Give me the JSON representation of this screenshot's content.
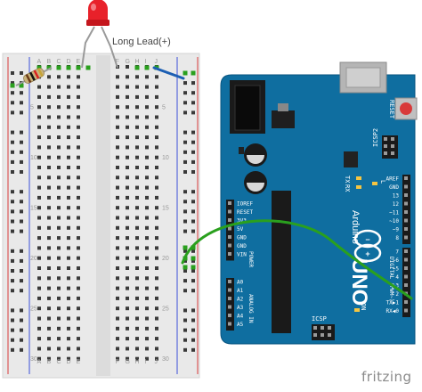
{
  "annotations": {
    "led_callout": "Long Lead(+)"
  },
  "breadboard": {
    "column_letters_left": [
      "A",
      "B",
      "C",
      "D",
      "E"
    ],
    "column_letters_right": [
      "F",
      "G",
      "H",
      "I",
      "J"
    ],
    "row_numbers": [
      "5",
      "10",
      "15",
      "20",
      "25",
      "30"
    ]
  },
  "arduino": {
    "reset_label": "RESET",
    "icsp2_label": "ICSP2",
    "icsp_label": "ICSP",
    "tx_label": "TX",
    "rx_label": "RX",
    "l_label": "L",
    "on_label": "ON",
    "brand_name": "Arduino",
    "model_name": "UNO",
    "power_header_label": "POWER",
    "analog_header_label": "ANALOG IN",
    "digital_header_label": "DIGITAL (PWM~)",
    "power_pins": [
      "IOREF",
      "RESET",
      "3V3",
      "5V",
      "GND",
      "GND",
      "VIN"
    ],
    "analog_pins": [
      "A0",
      "A1",
      "A2",
      "A3",
      "A4",
      "A5"
    ],
    "digital_pins_top": [
      "AREF",
      "GND",
      "13",
      "12",
      "~11",
      "~10",
      "~9",
      "8"
    ],
    "digital_pins_bottom": [
      "7",
      "~6",
      "~5",
      "4",
      "~3",
      "2",
      "TX▶1",
      "RX◀0"
    ]
  },
  "watermark": "fritzing",
  "colors": {
    "board_blue": "#0f6ea0",
    "breadboard": "#ececec",
    "wire_green": "#2aa01e",
    "wire_blue": "#1d5fb3",
    "led_red": "#e8212a",
    "rail_red": "#d93a3a",
    "rail_blue": "#3a4fd9"
  }
}
